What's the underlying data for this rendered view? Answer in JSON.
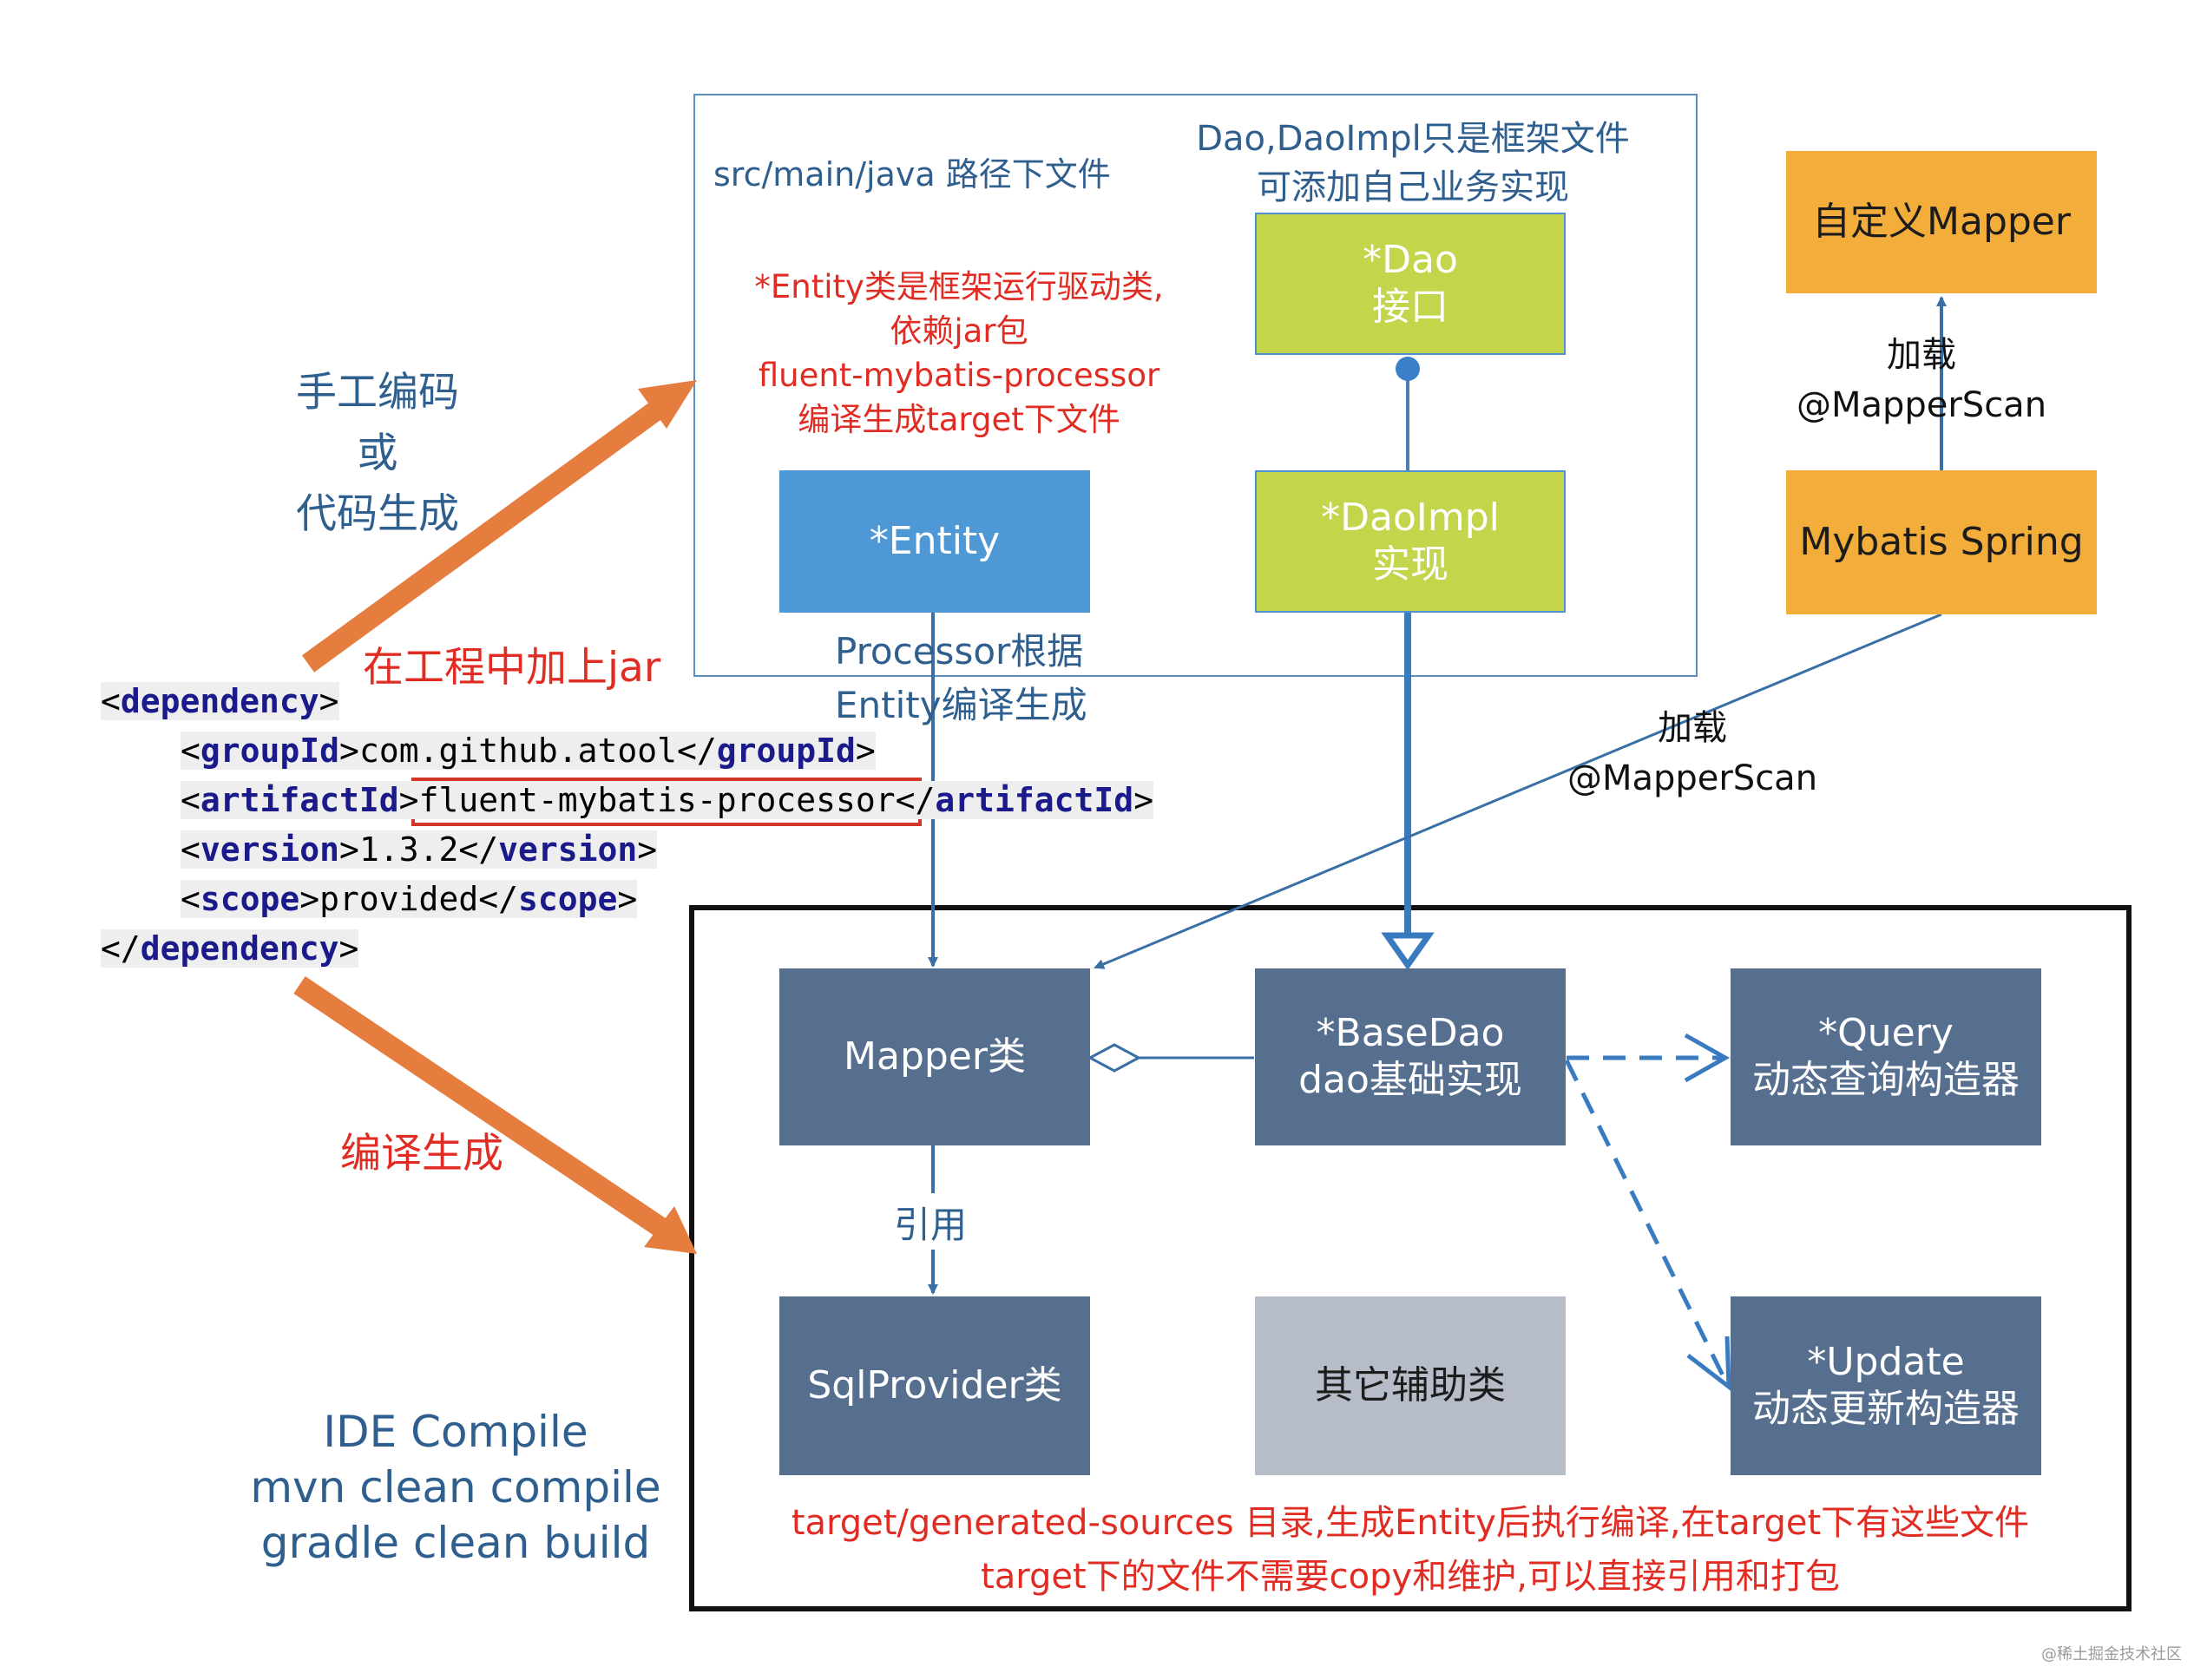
{
  "src_panel": {
    "path_label": "src/main/java 路径下文件",
    "dao_note": [
      "Dao,DaoImpl只是框架文件",
      "可添加自己业务实现"
    ],
    "entity_note": [
      "*Entity类是框架运行驱动类,",
      "依赖jar包",
      "fluent-mybatis-processor",
      "编译生成target下文件"
    ]
  },
  "nodes": {
    "dao": [
      "*Dao",
      "接口"
    ],
    "dao_impl": [
      "*DaoImpl",
      "实现"
    ],
    "entity": "*Entity",
    "custom_mapper": "自定义Mapper",
    "mybatis_spring": "Mybatis Spring",
    "mapper": "Mapper类",
    "base_dao": [
      "*BaseDao",
      "dao基础实现"
    ],
    "query": [
      "*Query",
      "动态查询构造器"
    ],
    "sql_provider": "SqlProvider类",
    "helpers": "其它辅助类",
    "update": [
      "*Update",
      "动态更新构造器"
    ]
  },
  "labels": {
    "manual": [
      "手工编码",
      "或",
      "代码生成"
    ],
    "add_jar": "在工程中加上jar",
    "compile": "编译生成",
    "processor": [
      "Processor根据",
      "Entity编译生成"
    ],
    "load_top": [
      "加载",
      "@MapperScan"
    ],
    "load_mid": [
      "加载",
      "@MapperScan"
    ],
    "reference": "引用",
    "build_cmds": [
      "IDE Compile",
      "mvn clean compile",
      "gradle clean build"
    ],
    "target_note": [
      "target/generated-sources 目录,生成Entity后执行编译,在target下有这些文件",
      "target下的文件不需要copy和维护,可以直接引用和打包"
    ],
    "watermark": "@稀土掘金技术社区"
  },
  "dependency": {
    "tag_dependency": "dependency",
    "tag_group": "groupId",
    "group_value": "com.github.atool",
    "tag_artifact": "artifactId",
    "artifact_value": "fluent-mybatis-processor",
    "tag_version": "version",
    "version_value": "1.3.2",
    "tag_scope": "scope",
    "scope_value": "provided"
  },
  "colors": {
    "steel": "#2f5f8f",
    "red": "#e02c22",
    "orange_arrow": "#e47d3e",
    "green": "#c3d54a",
    "blue": "#4f98d6",
    "navy": "#566f8f",
    "orange": "#f3ad3a",
    "grey": "#b7bdc8"
  }
}
